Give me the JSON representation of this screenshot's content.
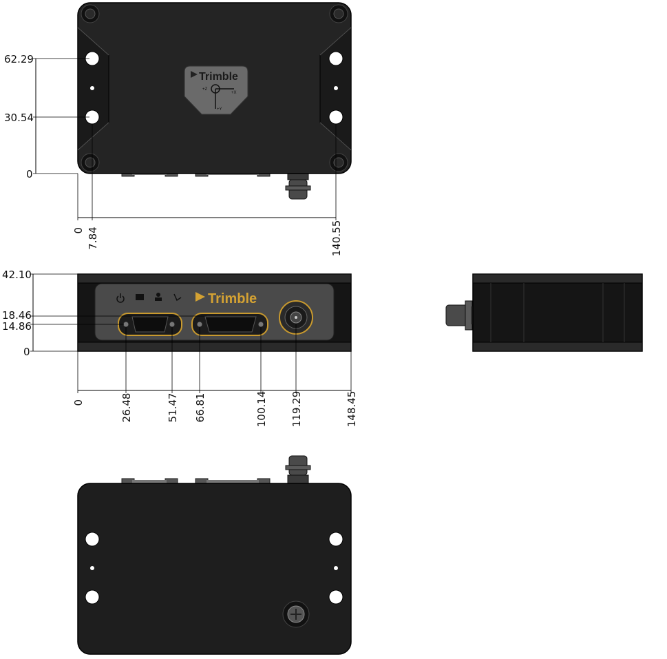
{
  "brand": {
    "name": "Trimble",
    "axis_x": "+X",
    "axis_y": "+Y",
    "axis_z": "+Z"
  },
  "colors": {
    "body": "#232323",
    "panel": "#4a4a4a",
    "connector_ring": "#c99a2e",
    "logo_gold": "#d4a233"
  },
  "top_view": {
    "vertical_dims": [
      "62.29",
      "30.54",
      "0"
    ],
    "horizontal_dims": [
      "0",
      "7.84",
      "140.55"
    ]
  },
  "front_view": {
    "vertical_dims": [
      "42.10",
      "18.46",
      "14.86",
      "0"
    ],
    "horizontal_dims": [
      "0",
      "26.48",
      "51.47",
      "66.81",
      "100.14",
      "119.29",
      "148.45"
    ],
    "status_icons": [
      "power-icon",
      "satellite-icon",
      "person-icon",
      "antenna-icon"
    ]
  }
}
